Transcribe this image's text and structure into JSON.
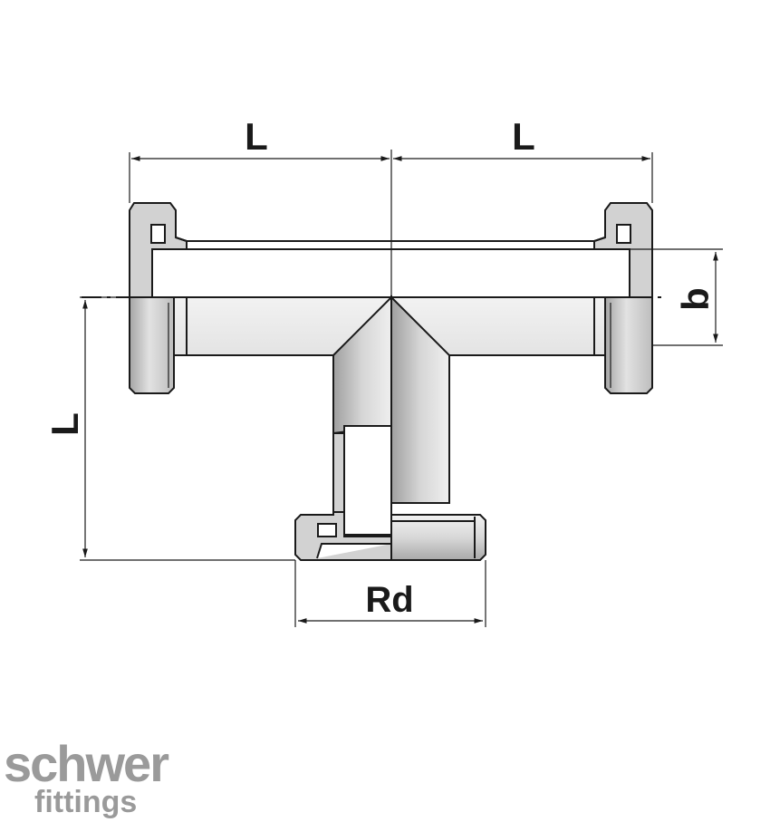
{
  "drawing": {
    "dimensions": {
      "top_left": "L",
      "top_right": "L",
      "left_vertical": "L",
      "right_vertical": "b",
      "bottom": "Rd"
    }
  },
  "logo": {
    "name": "schwer",
    "tagline": "fittings"
  },
  "colors": {
    "outline": "#1a1a1a",
    "metal_light": "#e9e9e9",
    "metal_dark": "#a8a8a8",
    "logo": "#9a9a9a"
  }
}
